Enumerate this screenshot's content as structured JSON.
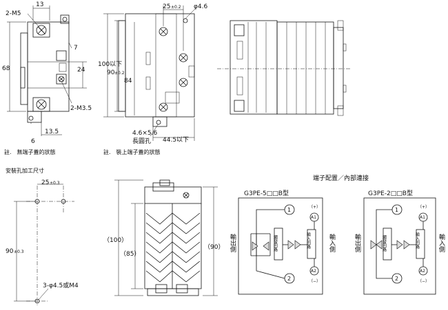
{
  "view1": {
    "dim_top": "13",
    "screw_main": "2-M5",
    "dim_7": "7",
    "dim_24": "24",
    "dim_68": "68",
    "screw_small": "2-M3.5",
    "dim_135": "13.5",
    "dim_6": "6",
    "note": "註.　無端子蓋的狀態"
  },
  "view2": {
    "dim_25": "25",
    "tol_25": "±0.2",
    "hole_dia": "φ4.6",
    "dim_100": "100以下",
    "dim_90": "90",
    "tol_90": "±0.2",
    "dim_84": "84",
    "slot": "4.6×5.6",
    "slot_label": "長圓孔",
    "dim_445": "44.5以下",
    "note": "註.　裝上端子蓋的狀態"
  },
  "mount": {
    "title": "安裝孔加工尺寸",
    "dim_25": "25",
    "tol_25": "±0.3",
    "dim_90": "90",
    "tol_90": "±0.3",
    "holes": "3-φ4.5或M4"
  },
  "heatsink": {
    "dim_100": "（100）",
    "dim_85": "（85）",
    "dim_90": "（90）"
  },
  "wiring": {
    "title": "端子配置／內部連接",
    "left_title": "G3PE-5□□B型",
    "right_title": "G3PE-2□□B型",
    "t1": "1",
    "t2": "2",
    "a1": "A1",
    "a2": "A2",
    "plus": "（+）",
    "minus": "（−）",
    "out_side": "輸出側",
    "in_side": "輸入側",
    "trigger": "觸發回路",
    "input_circuit": "輸入回路"
  }
}
